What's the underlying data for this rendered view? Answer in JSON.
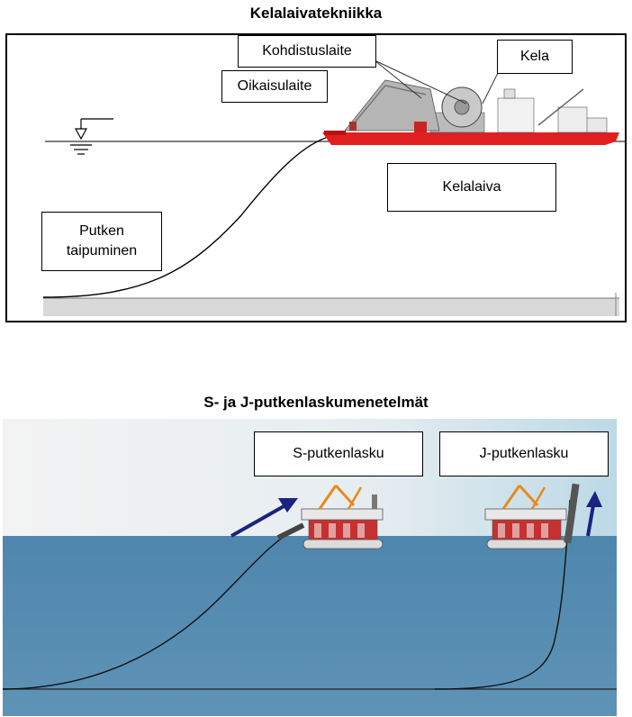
{
  "top_diagram": {
    "title": "Kelalaivatekniikka",
    "labels": {
      "kohdistuslaite": "Kohdistuslaite",
      "kela": "Kela",
      "oikaisulaite": "Oikaisulaite",
      "kelalaiva": "Kelalaiva",
      "putken": "Putken",
      "taipuminen": "taipuminen"
    }
  },
  "bottom_diagram": {
    "title": "S- ja J-putkenlaskumenetelmät",
    "labels": {
      "s_lay": "S-putkenlasku",
      "j_lay": "J-putkenlasku"
    }
  },
  "colors": {
    "ship_hull": "#e02020",
    "sea_blue": "#4f86ad",
    "sky_blue": "#cfe3ec",
    "arrow": "#1a237e"
  }
}
